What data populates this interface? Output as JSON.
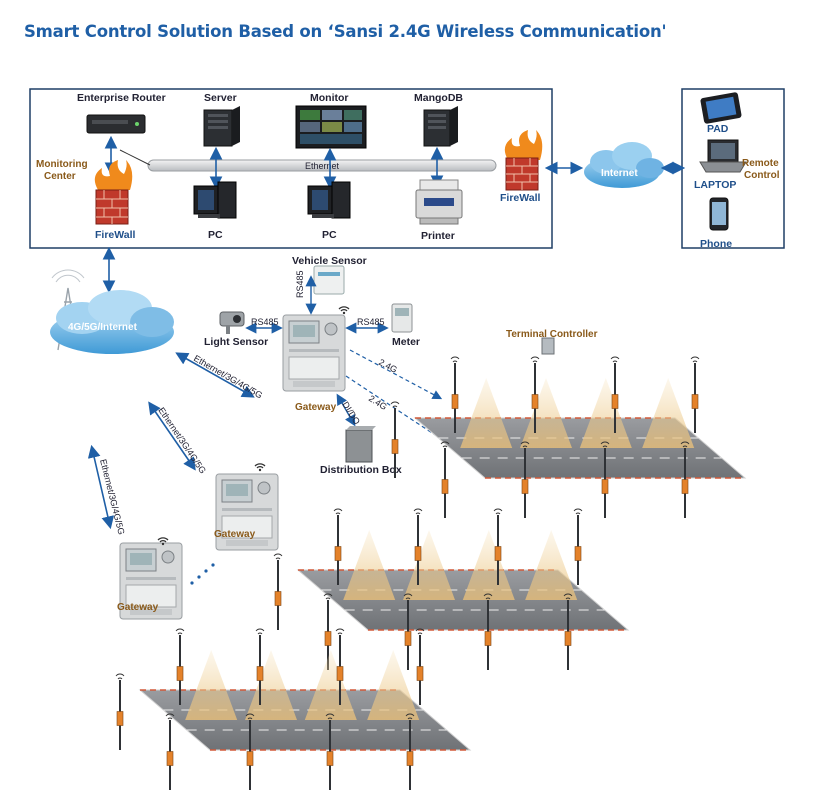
{
  "title": "Smart Control Solution Based on ‘Sansi 2.4G Wireless Communication'",
  "monitoring_center": {
    "label_line1": "Monitoring",
    "label_line2": "Center",
    "enterprise_router": "Enterprise Router",
    "server": "Server",
    "monitor": "Monitor",
    "mangodb": "MangoDB",
    "ethernet": "Ethernet",
    "firewall_left": "FireWall",
    "pc_1": "PC",
    "pc_2": "PC",
    "printer": "Printer",
    "firewall_right": "FireWall"
  },
  "remote": {
    "internet": "Internet",
    "pad": "PAD",
    "laptop": "LAPTOP",
    "phone": "Phone",
    "remote_line1": "Remote",
    "remote_line2": "Control"
  },
  "field": {
    "cloud_4g": "4G/5G/Internet",
    "vehicle_sensor": "Vehicle Sensor",
    "rs485_vertical": "RS485",
    "rs485_left": "RS485",
    "rs485_right": "RS485",
    "light_sensor": "Light Sensor",
    "meter": "Meter",
    "gateway_main": "Gateway",
    "terminal_controller": "Terminal Controller",
    "link_24g_1": "2.4G",
    "link_24g_2": "2.4G",
    "link_dido": "DI/DO",
    "distribution_box": "Distribution Box",
    "eth_link_1": "Ethernet/3G/4G/5G",
    "eth_link_2": "Ethernet/3G/4G/5G",
    "eth_link_3": "Ethernet/3G/4G/5G",
    "gateway_2": "Gateway",
    "gateway_3": "Gateway"
  }
}
